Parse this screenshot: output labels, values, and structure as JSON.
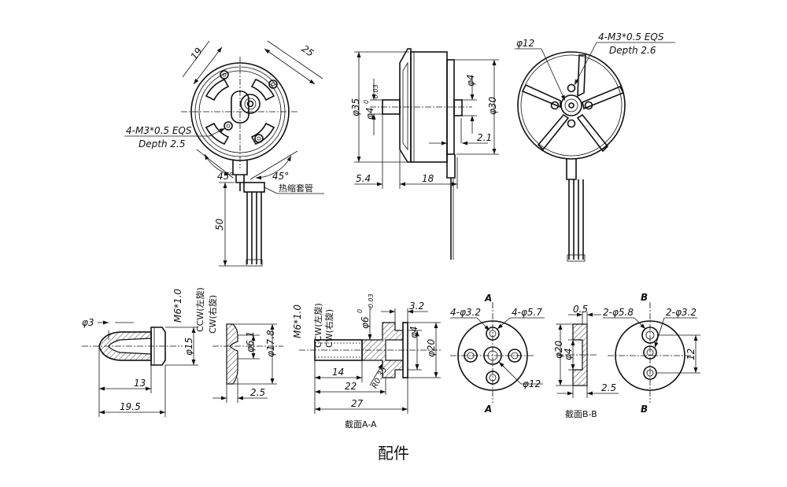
{
  "front_view": {
    "dim_19": "19",
    "dim_25": "25",
    "hole_spec": "4-M3*0.5 EQS",
    "hole_depth": "Depth 2.5",
    "angle_left": "45°",
    "angle_right": "45°",
    "sleeve_label": "热缩套管",
    "lead_length": "50"
  },
  "side_view": {
    "dia_35": "φ35",
    "dia_shaft": "φ4",
    "dia_shaft_tol_upper": "0",
    "dia_shaft_tol_lower": "-0.03",
    "dia_4": "φ4",
    "dia_30": "φ30",
    "dim_2_1": "2.1",
    "dim_5_4": "5.4",
    "dim_18": "18"
  },
  "rear_view": {
    "dia_12": "φ12",
    "hole_spec": "4-M3*0.5 EQS",
    "hole_depth": "Depth 2.6"
  },
  "nut": {
    "dia_3": "φ3",
    "thread": "M6*1.0",
    "ccw": "CCW(左旋)",
    "cw": "CW(右旋)",
    "dia_15": "φ15",
    "dim_13": "13",
    "dim_19_5": "19.5"
  },
  "washer": {
    "dia_6_1": "φ6.1",
    "dia_17_8": "φ17.8",
    "dim_2_5": "2.5"
  },
  "adapter": {
    "thread": "M6*1.0",
    "ccw": "CCW(左旋)",
    "cw": "CW(右旋)",
    "bore": "φ6",
    "bore_tol_upper": "0",
    "bore_tol_lower": "-0.03",
    "dim_3_2": "3.2",
    "dia_4": "φ4",
    "dia_20": "φ20",
    "radius": "R0.35",
    "dim_14": "14",
    "dim_22": "22",
    "dim_27": "27",
    "section_label": "截面A-A"
  },
  "mount_a": {
    "marker_top": "A",
    "marker_bottom": "A",
    "holes_small": "4-φ3.2",
    "holes_large": "4-φ5.7",
    "dia_12": "φ12"
  },
  "mount_b": {
    "dim_0_5": "0.5",
    "dia_20": "φ20",
    "dia_4": "φ4",
    "dim_2_5": "2.5",
    "section_label": "截面B-B",
    "marker_top": "B",
    "marker_bottom": "B",
    "holes_large": "2-φ5.8",
    "holes_small": "2-φ3.2",
    "dim_12": "12"
  },
  "caption": "配件"
}
